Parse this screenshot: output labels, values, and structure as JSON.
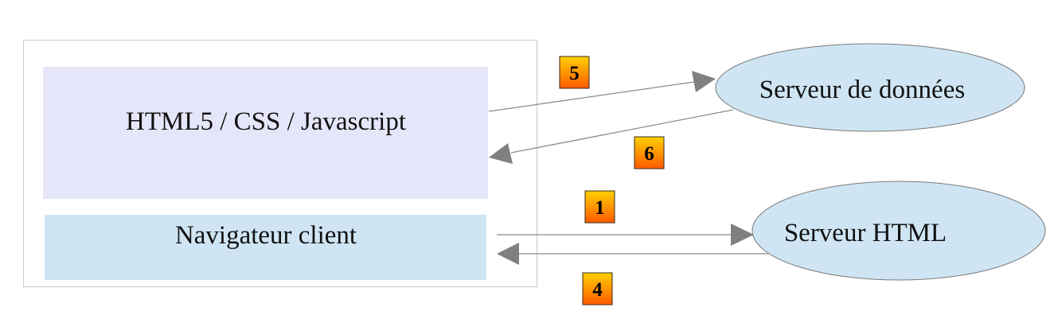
{
  "client": {
    "web_layer_label": "HTML5 / CSS / Javascript",
    "browser_label": "Navigateur client"
  },
  "servers": {
    "data_server_label": "Serveur de données",
    "html_server_label": "Serveur HTML"
  },
  "steps": {
    "request_data": "5",
    "response_data": "6",
    "request_html": "1",
    "response_html": "4"
  },
  "colors": {
    "container_border": "#c8c8c8",
    "web_layer_fill": "#e6e6fb",
    "browser_fill": "#cfe5f3",
    "server_fill": "#cfe5f3",
    "server_stroke": "#7a7a7a",
    "arrow": "#8a8a8a",
    "badge_gradient_top": "#ffd000",
    "badge_gradient_bottom": "#ff5a00",
    "badge_border": "#3a2a1a"
  }
}
